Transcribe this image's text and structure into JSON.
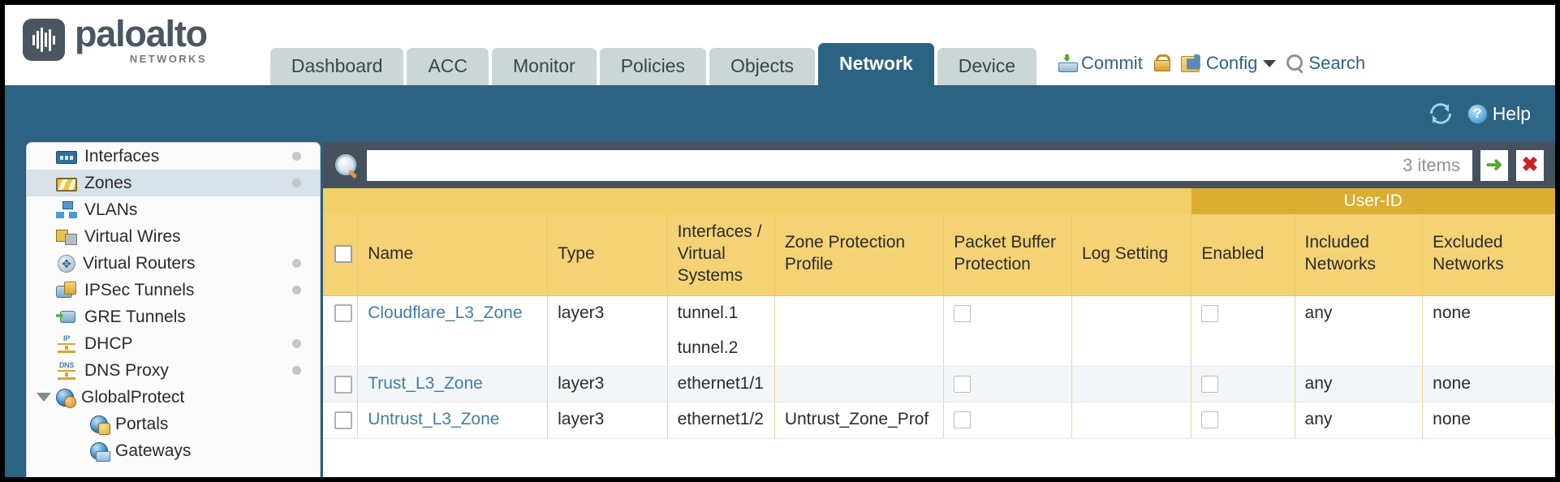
{
  "brand": {
    "name": "paloalto",
    "sub": "NETWORKS",
    "registered": "®"
  },
  "tabs": [
    {
      "label": "Dashboard",
      "active": false
    },
    {
      "label": "ACC",
      "active": false
    },
    {
      "label": "Monitor",
      "active": false
    },
    {
      "label": "Policies",
      "active": false
    },
    {
      "label": "Objects",
      "active": false
    },
    {
      "label": "Network",
      "active": true
    },
    {
      "label": "Device",
      "active": false
    }
  ],
  "header_actions": {
    "commit": "Commit",
    "config": "Config",
    "search": "Search",
    "lock_icon": "lock-icon",
    "commit_icon": "commit-icon",
    "config_icon": "config-icon",
    "search_icon": "search-icon",
    "caret_icon": "chevron-down-icon"
  },
  "blue_bar": {
    "help": "Help",
    "help_glyph": "?",
    "refresh_icon": "refresh-icon"
  },
  "sidebar": {
    "items": [
      {
        "label": "Interfaces",
        "icon": "interfaces-icon",
        "selected": false,
        "dot": true,
        "child": false,
        "twisty": false
      },
      {
        "label": "Zones",
        "icon": "zones-icon",
        "selected": true,
        "dot": true,
        "child": false,
        "twisty": false
      },
      {
        "label": "VLANs",
        "icon": "vlans-icon",
        "selected": false,
        "dot": false,
        "child": false,
        "twisty": false
      },
      {
        "label": "Virtual Wires",
        "icon": "virtual-wires-icon",
        "selected": false,
        "dot": false,
        "child": false,
        "twisty": false
      },
      {
        "label": "Virtual Routers",
        "icon": "virtual-routers-icon",
        "selected": false,
        "dot": true,
        "child": false,
        "twisty": false
      },
      {
        "label": "IPSec Tunnels",
        "icon": "ipsec-tunnels-icon",
        "selected": false,
        "dot": true,
        "child": false,
        "twisty": false
      },
      {
        "label": "GRE Tunnels",
        "icon": "gre-tunnels-icon",
        "selected": false,
        "dot": false,
        "child": false,
        "twisty": false
      },
      {
        "label": "DHCP",
        "icon": "dhcp-icon",
        "selected": false,
        "dot": true,
        "child": false,
        "twisty": false
      },
      {
        "label": "DNS Proxy",
        "icon": "dns-proxy-icon",
        "selected": false,
        "dot": true,
        "child": false,
        "twisty": false
      },
      {
        "label": "GlobalProtect",
        "icon": "globalprotect-icon",
        "selected": false,
        "dot": false,
        "child": false,
        "twisty": true
      },
      {
        "label": "Portals",
        "icon": "portals-icon",
        "selected": false,
        "dot": false,
        "child": true,
        "twisty": false
      },
      {
        "label": "Gateways",
        "icon": "gateways-icon",
        "selected": false,
        "dot": false,
        "child": true,
        "twisty": false
      }
    ],
    "icon_caps": {
      "dhcp": "IP",
      "dns": "DNS"
    }
  },
  "search": {
    "value": "",
    "placeholder": "",
    "item_count": "3 items",
    "go_icon": "arrow-right-icon",
    "clear_icon": "close-icon",
    "magnifier_icon": "magnifier-icon"
  },
  "table": {
    "group_header": {
      "label": "User-ID",
      "span": 3
    },
    "columns": [
      "Name",
      "Type",
      "Interfaces / Virtual Systems",
      "Zone Protection Profile",
      "Packet Buffer Protection",
      "Log Setting",
      "Enabled",
      "Included Networks",
      "Excluded Networks"
    ],
    "rows": [
      {
        "name": "Cloudflare_L3_Zone",
        "type": "layer3",
        "interfaces": [
          "tunnel.1",
          "tunnel.2"
        ],
        "zone_protection_profile": "",
        "packet_buffer_protection": false,
        "log_setting": "",
        "enabled": false,
        "included_networks": "any",
        "excluded_networks": "none"
      },
      {
        "name": "Trust_L3_Zone",
        "type": "layer3",
        "interfaces": [
          "ethernet1/1"
        ],
        "zone_protection_profile": "",
        "packet_buffer_protection": false,
        "log_setting": "",
        "enabled": false,
        "included_networks": "any",
        "excluded_networks": "none"
      },
      {
        "name": "Untrust_L3_Zone",
        "type": "layer3",
        "interfaces": [
          "ethernet1/2"
        ],
        "zone_protection_profile": "Untrust_Zone_Prof",
        "packet_buffer_protection": false,
        "log_setting": "",
        "enabled": false,
        "included_networks": "any",
        "excluded_networks": "none"
      }
    ]
  },
  "colors": {
    "brand_slate": "#4a5661",
    "tab_active": "#2c6382",
    "tab_inactive": "#ccd6d6",
    "header_gold": "#f5d274",
    "group_gold": "#dbae33",
    "link_blue": "#3f7fa6",
    "searchbar_slate": "#45525e"
  }
}
